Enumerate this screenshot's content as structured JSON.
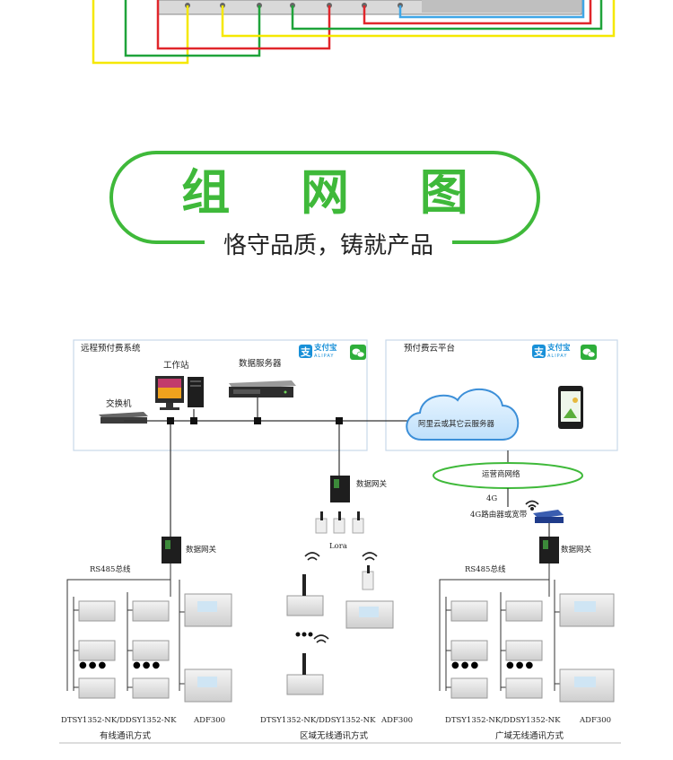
{
  "header": {
    "title": "组 网 图",
    "subtitle": "恪守品质，铸就产品"
  },
  "diagram": {
    "left_panel": {
      "title": "远程预付费系统",
      "workstation": "工作站",
      "server": "数据服务器",
      "switch": "交换机"
    },
    "right_panel": {
      "title": "预付费云平台",
      "cloud": "阿里云或其它云服务器"
    },
    "payment": {
      "alipay_cn": "支付宝",
      "alipay_en": "ALIPAY"
    },
    "carrier": "运营商网络",
    "gateway_label": "数据网关",
    "lora": "Lora",
    "g4": "4G",
    "g4_router": "4G路由器或宽带",
    "rs485": "RS485总线",
    "ellipsis": "●●●",
    "meter_model": "DTSY1352-NK/DDSY1352-NK",
    "adf300": "ADF300",
    "mode_wired": "有线通讯方式",
    "mode_area": "区域无线通讯方式",
    "mode_wide": "广域无线通讯方式"
  },
  "colors": {
    "accent_green": "#3fb93a",
    "wire_red": "#e0262b",
    "wire_yellow": "#f5e800",
    "wire_green": "#1fa33a",
    "wire_blue": "#3fa6e6"
  }
}
